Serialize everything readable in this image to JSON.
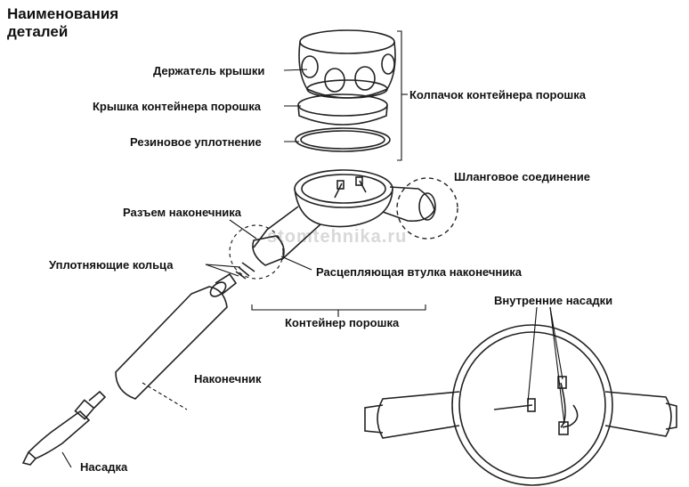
{
  "title": "Наименования деталей",
  "watermark": "stomtehnika.ru",
  "labels": {
    "cap_holder": "Держатель крышки",
    "container_lid": "Крышка контейнера порошка",
    "rubber_seal": "Резиновое уплотнение",
    "container_cap": "Колпачок контейнера порошка",
    "hose_connection": "Шланговое соединение",
    "handpiece_connector": "Разъем наконечника",
    "sealing_rings": "Уплотняющие кольца",
    "release_sleeve": "Расцепляющая втулка наконечника",
    "internal_nozzles": "Внутренние насадки",
    "powder_container": "Контейнер порошка",
    "handpiece": "Наконечник",
    "nozzle": "Насадка"
  }
}
